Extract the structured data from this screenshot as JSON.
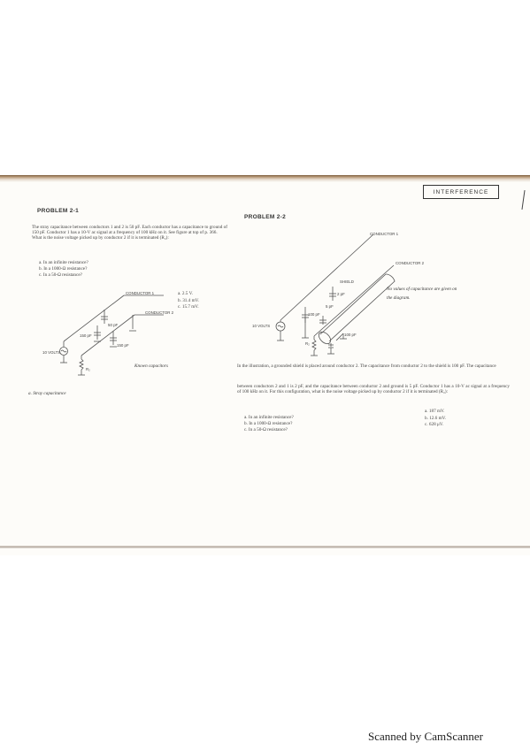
{
  "stamp": "INTERFERENCE",
  "problem_1": {
    "heading": "PROBLEM 2-1",
    "text": "The stray capacitance between conductors 1 and 2 is 50 pF. Each conductor has a capacitance to ground of 150 pF. Conductor 1 has a 10-V ac signal at a frequency of 100 kHz on it. See figure at top of p. 366. What is the noise voltage picked up by conductor 2 if it is terminated (R₂):",
    "questions": [
      "a. In an infinite resistance?",
      "b. In a 1000-Ω resistance?",
      "c. In a 50-Ω resistance?"
    ],
    "answers": [
      "a. 2.5 V.",
      "b. 31.4 mV.",
      "c. 15.7 mV."
    ],
    "diagram_labels": {
      "conductor_1": "CONDUCTOR 1",
      "conductor_2": "CONDUCTOR 2",
      "cap_12": "50 pF",
      "cap_1g": "150 pF",
      "cap_2g": "150 pF",
      "source": "10 VOLTS",
      "resistor": "R₂"
    },
    "handwriting_1": "Known capacitors",
    "handwriting_2": "a. Stray capacitance"
  },
  "problem_2": {
    "heading": "PROBLEM 2-2",
    "diagram_labels": {
      "conductor_1": "CONDUCTOR 1",
      "conductor_2": "CONDUCTOR 2",
      "shield": "SHIELD",
      "cap_a": "2 pF",
      "cap_b": "100 pF",
      "cap_c": "5 pF",
      "cap_d": "100 pF",
      "source": "10 VOLTS",
      "resistor": "R₂"
    },
    "handwriting_note": "No values of capacitance are given on the diagram.",
    "text_1": "In the illustration, a grounded shield is placed around conductor 2. The capacitance from conductor 2 to the shield is 100 pF. The capacitance",
    "text_2": "between conductors 2 and 1 is 2 pF, and the capacitance between conductor 2 and ground is 5 pF. Conductor 1 has a 10-V ac signal at a frequency of 100 kHz on it. For this configuration, what is the noise voltage picked up by conductor 2 if it is terminated (R₂):",
    "questions": [
      "a. In an infinite resistance?",
      "b. In a 1000-Ω resistance?",
      "c. In a 50-Ω resistance?"
    ],
    "answers": [
      "a. 187 mV.",
      "b. 12.6 mV.",
      "c. 628 μV."
    ]
  },
  "watermark": "Scanned by CamScanner"
}
